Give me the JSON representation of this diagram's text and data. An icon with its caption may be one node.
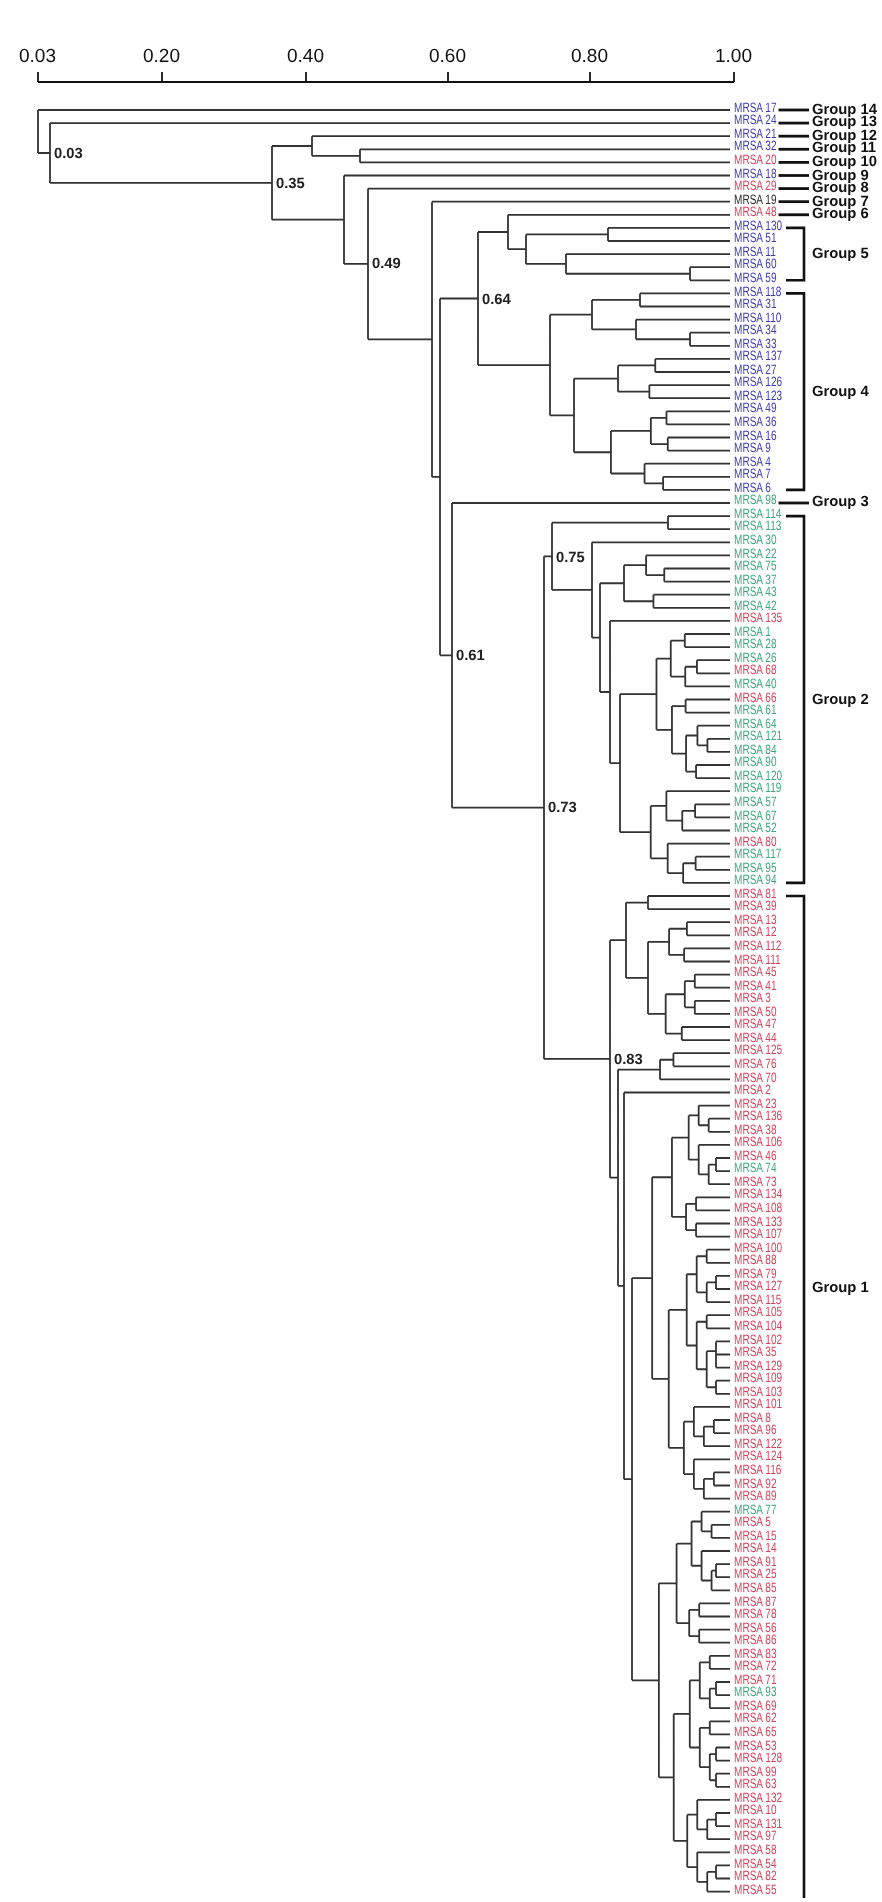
{
  "diagram": {
    "nodes": [
      {
        "text": [
          "MRSA 17"
        ]
      },
      {
        "text": [
          "MRSA 24"
        ]
      },
      {
        "text": [
          "MRSA 21"
        ]
      },
      {
        "text": [
          "MRSA 32"
        ]
      },
      {
        "text": [
          "MRSA 20"
        ]
      },
      {
        "text": [
          "MRSA 18"
        ]
      },
      {
        "text": [
          "MRSA 29"
        ]
      },
      {
        "text": [
          "MRSA 19"
        ]
      },
      {
        "text": [
          "MRSA 48"
        ]
      },
      {
        "text": [
          "MRSA 130"
        ]
      },
      {
        "text": [
          "MRSA 51"
        ]
      },
      {
        "text": [
          "MRSA 11"
        ]
      },
      {
        "text": [
          "MRSA 60"
        ]
      },
      {
        "text": [
          "MRSA 59"
        ]
      },
      {
        "text": [
          "MRSA 118"
        ]
      },
      {
        "text": [
          "MRSA 31"
        ]
      },
      {
        "text": [
          "MRSA 110"
        ]
      },
      {
        "text": [
          "MRSA 34"
        ]
      },
      {
        "text": [
          "MRSA 33"
        ]
      },
      {
        "text": [
          "MRSA 137"
        ]
      },
      {
        "text": [
          "MRSA 27"
        ]
      },
      {
        "text": [
          "MRSA 126"
        ]
      },
      {
        "text": [
          "MRSA 123"
        ]
      },
      {
        "text": [
          "MRSA 49"
        ]
      },
      {
        "text": [
          "MRSA 36"
        ]
      },
      {
        "text": [
          "MRSA 16"
        ]
      },
      {
        "text": [
          "MRSA 9"
        ]
      },
      {
        "text": [
          "MRSA 4"
        ]
      },
      {
        "text": [
          "MRSA 7"
        ]
      },
      {
        "text": [
          "MRSA 6"
        ]
      },
      {
        "text": [
          "MRSA 98"
        ]
      },
      {
        "text": [
          "MRSA 114"
        ]
      },
      {
        "text": [
          "MRSA 113"
        ]
      },
      {
        "text": [
          "MRSA 30"
        ]
      },
      {
        "text": [
          "MRSA 22"
        ]
      },
      {
        "text": [
          "MRSA 75"
        ]
      },
      {
        "text": [
          "MRSA 37"
        ]
      },
      {
        "text": [
          "MRSA 43"
        ]
      },
      {
        "text": [
          "MRSA 42"
        ]
      },
      {
        "text": [
          "MRSA 135"
        ]
      },
      {
        "text": [
          "MRSA 1"
        ]
      },
      {
        "text": [
          "MRSA 28"
        ]
      },
      {
        "text": [
          "MRSA 26"
        ]
      },
      {
        "text": [
          "MRSA 68"
        ]
      },
      {
        "text": [
          "MRSA 40"
        ]
      },
      {
        "text": [
          "MRSA 66"
        ]
      },
      {
        "text": [
          "MRSA 61"
        ]
      },
      {
        "text": [
          "MRSA 64"
        ]
      },
      {
        "text": [
          "MRSA 121"
        ]
      },
      {
        "text": [
          "MRSA 84"
        ]
      },
      {
        "text": [
          "MRSA 90"
        ]
      },
      {
        "text": [
          "MRSA 120"
        ]
      },
      {
        "text": [
          "MRSA 119"
        ]
      },
      {
        "text": [
          "MRSA 57"
        ]
      },
      {
        "text": [
          "MRSA 67"
        ]
      },
      {
        "text": [
          "MRSA 52"
        ]
      },
      {
        "text": [
          "MRSA 80"
        ]
      },
      {
        "text": [
          "MRSA 117"
        ]
      },
      {
        "text": [
          "MRSA 95"
        ]
      },
      {
        "text": [
          "MRSA 94"
        ]
      },
      {
        "text": [
          "MRSA 81"
        ]
      },
      {
        "text": [
          "MRSA 39"
        ]
      },
      {
        "text": [
          "MRSA 13"
        ]
      },
      {
        "text": [
          "MRSA 12"
        ]
      },
      {
        "text": [
          "MRSA 112"
        ]
      },
      {
        "text": [
          "MRSA 111"
        ]
      },
      {
        "text": [
          "MRSA 45"
        ]
      },
      {
        "text": [
          "MRSA 41"
        ]
      },
      {
        "text": [
          "MRSA 3"
        ]
      },
      {
        "text": [
          "MRSA 50"
        ]
      },
      {
        "text": [
          "MRSA 47"
        ]
      },
      {
        "text": [
          "MRSA 44"
        ]
      },
      {
        "text": [
          "MRSA 125"
        ]
      },
      {
        "text": [
          "MRSA 76"
        ]
      },
      {
        "text": [
          "MRSA 70"
        ]
      },
      {
        "text": [
          "MRSA 2"
        ]
      },
      {
        "text": [
          "MRSA 23"
        ]
      },
      {
        "text": [
          "MRSA 136"
        ]
      },
      {
        "text": [
          "MRSA 38"
        ]
      },
      {
        "text": [
          "MRSA 106"
        ]
      },
      {
        "text": [
          "MRSA 46"
        ]
      },
      {
        "text": [
          "MRSA 74"
        ]
      },
      {
        "text": [
          "MRSA 73"
        ]
      },
      {
        "text": [
          "MRSA 134"
        ]
      },
      {
        "text": [
          "MRSA 108"
        ]
      },
      {
        "text": [
          "MRSA 133"
        ]
      },
      {
        "text": [
          "MRSA 107"
        ]
      },
      {
        "text": [
          "MRSA 100"
        ]
      },
      {
        "text": [
          "MRSA 88"
        ]
      },
      {
        "text": [
          "MRSA 79"
        ]
      },
      {
        "text": [
          "MRSA 127"
        ]
      },
      {
        "text": [
          "MRSA 115"
        ]
      },
      {
        "text": [
          "MRSA 105"
        ]
      },
      {
        "text": [
          "MRSA 104"
        ]
      },
      {
        "text": [
          "MRSA 102"
        ]
      },
      {
        "text": [
          "MRSA 35"
        ]
      },
      {
        "text": [
          "MRSA 129"
        ]
      },
      {
        "text": [
          "MRSA 109"
        ]
      },
      {
        "text": [
          "MRSA 103"
        ]
      },
      {
        "text": [
          "MRSA 101"
        ]
      },
      {
        "text": [
          "MRSA 8"
        ]
      },
      {
        "text": [
          "MRSA 96"
        ]
      },
      {
        "text": [
          "MRSA 122"
        ]
      },
      {
        "text": [
          "MRSA 124"
        ]
      },
      {
        "text": [
          "MRSA 116"
        ]
      },
      {
        "text": [
          "MRSA 92"
        ]
      },
      {
        "text": [
          "MRSA 89"
        ]
      },
      {
        "text": [
          "MRSA 77"
        ]
      },
      {
        "text": [
          "MRSA 5"
        ]
      },
      {
        "text": [
          "MRSA 15"
        ]
      },
      {
        "text": [
          "MRSA 14"
        ]
      },
      {
        "text": [
          "MRSA 91"
        ]
      },
      {
        "text": [
          "MRSA 25"
        ]
      },
      {
        "text": [
          "MRSA 85"
        ]
      },
      {
        "text": [
          "MRSA 87"
        ]
      },
      {
        "text": [
          "MRSA 78"
        ]
      },
      {
        "text": [
          "MRSA 56"
        ]
      },
      {
        "text": [
          "MRSA 86"
        ]
      },
      {
        "text": [
          "MRSA 83"
        ]
      },
      {
        "text": [
          "MRSA 72"
        ]
      },
      {
        "text": [
          "MRSA 71"
        ]
      },
      {
        "text": [
          "MRSA 93"
        ]
      },
      {
        "text": [
          "MRSA 69"
        ]
      },
      {
        "text": [
          "MRSA 62"
        ]
      },
      {
        "text": [
          "MRSA 65"
        ]
      },
      {
        "text": [
          "MRSA 53"
        ]
      },
      {
        "text": [
          "MRSA 128"
        ]
      },
      {
        "text": [
          "MRSA 99"
        ]
      },
      {
        "text": [
          "MRSA 63"
        ]
      },
      {
        "text": [
          "MRSA 132"
        ]
      },
      {
        "text": [
          "MRSA 10"
        ]
      },
      {
        "text": [
          "MRSA 131"
        ]
      },
      {
        "text": [
          "MRSA 97"
        ]
      },
      {
        "text": [
          "MRSA 58"
        ]
      },
      {
        "text": [
          "MRSA 54"
        ]
      },
      {
        "text": [
          "MRSA 82"
        ]
      },
      {
        "text": [
          "MRSA 55"
        ]
      },
      {
        "text": [
          "Group 14"
        ]
      },
      {
        "text": [
          "Group 13"
        ]
      },
      {
        "text": [
          "Group 12"
        ]
      },
      {
        "text": [
          "Group 11"
        ]
      },
      {
        "text": [
          "Group 10"
        ]
      },
      {
        "text": [
          "Group 9"
        ]
      },
      {
        "text": [
          "Group 8"
        ]
      },
      {
        "text": [
          "Group 7"
        ]
      },
      {
        "text": [
          "Group 6"
        ]
      },
      {
        "text": [
          "Group 3"
        ]
      }
    ],
    "edges": [
      {
        "from": 0,
        "to": 137,
        "arrow": "none"
      },
      {
        "from": 1,
        "to": 138,
        "arrow": "none"
      },
      {
        "from": 2,
        "to": 139,
        "arrow": "none"
      },
      {
        "from": 3,
        "to": 140,
        "arrow": "none"
      },
      {
        "from": 4,
        "to": 141,
        "arrow": "none"
      },
      {
        "from": 5,
        "to": 142,
        "arrow": "none"
      },
      {
        "from": 6,
        "to": 143,
        "arrow": "none"
      },
      {
        "from": 7,
        "to": 144,
        "arrow": "none"
      },
      {
        "from": 8,
        "to": 145,
        "arrow": "none"
      },
      {
        "from": 30,
        "to": 146,
        "arrow": "none"
      }
    ],
    "labels": [
      "0.03",
      "0.20",
      "0.40",
      "0.60",
      "0.80",
      "1.00",
      "0.03",
      "0.35",
      "Group 5",
      "0.49",
      "0.64",
      "Group 4",
      "0.75",
      "0.61",
      "Group 2",
      "0.73",
      "0.83",
      "Group 1"
    ]
  }
}
